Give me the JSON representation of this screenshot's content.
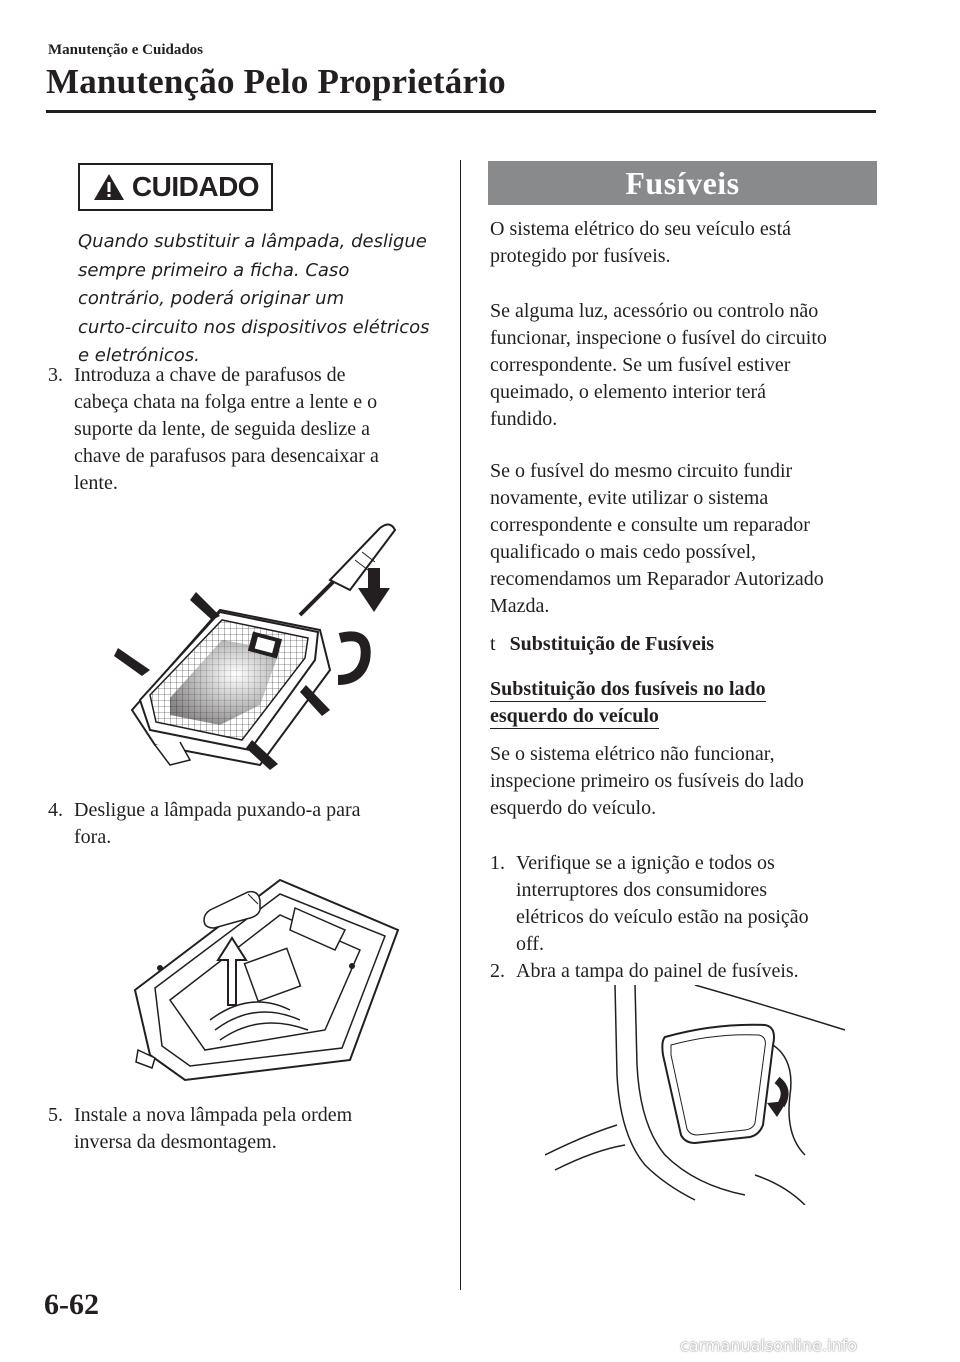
{
  "header": {
    "section": "Manutenção e Cuidados",
    "title": "Manutenção Pelo Proprietário"
  },
  "caution": {
    "label": "CUIDADO",
    "icon": "warning-triangle-icon",
    "lines": [
      "Quando substituir a lâmpada, desligue",
      "sempre primeiro a ficha. Caso",
      "contrário, poderá originar um",
      "curto-circuito nos dispositivos elétricos",
      "e eletrónicos."
    ]
  },
  "left_steps": [
    {
      "num": "3.",
      "lines": [
        "Introduza a chave de parafusos de",
        "cabeça chata na folga entre a lente e o",
        "suporte da lente, de seguida deslize a",
        "chave de parafusos para desencaixar a",
        "lente."
      ]
    },
    {
      "num": "4.",
      "lines": [
        "Desligue a lâmpada puxando-a para",
        "fora."
      ]
    },
    {
      "num": "5.",
      "lines": [
        "Instale a nova lâmpada pela ordem",
        "inversa da desmontagem."
      ]
    }
  ],
  "fuses": {
    "band_title": "Fusíveis",
    "paragraphs": [
      [
        "O sistema elétrico do seu veículo está",
        "protegido por fusíveis."
      ],
      [
        "Se alguma luz, acessório ou controlo não",
        "funcionar, inspecione o fusível do circuito",
        "correspondente. Se um fusível estiver",
        "queimado, o elemento interior terá",
        "fundido."
      ],
      [
        "Se o fusível do mesmo circuito fundir",
        "novamente, evite utilizar o sistema",
        "correspondente e consulte um reparador",
        "qualificado o mais cedo possível,",
        "recomendamos um Reparador Autorizado",
        "Mazda."
      ]
    ],
    "subhead_marker": "t",
    "subhead": "Substituição de Fusíveis",
    "subsubhead_lines": [
      "Substituição dos fusíveis no lado",
      "esquerdo do veículo"
    ],
    "intro_lines": [
      "Se o sistema elétrico não funcionar,",
      "inspecione primeiro os fusíveis do lado",
      "esquerdo do veículo."
    ],
    "steps": [
      {
        "num": "1.",
        "lines": [
          "Verifique se a ignição e todos os",
          "interruptores dos consumidores",
          "elétricos do veículo estão na posição",
          "off."
        ]
      },
      {
        "num": "2.",
        "lines": [
          "Abra a tampa do painel de fusíveis."
        ]
      }
    ]
  },
  "footer": {
    "page_number": "6-62",
    "watermark": "carmanualsonline.info"
  }
}
